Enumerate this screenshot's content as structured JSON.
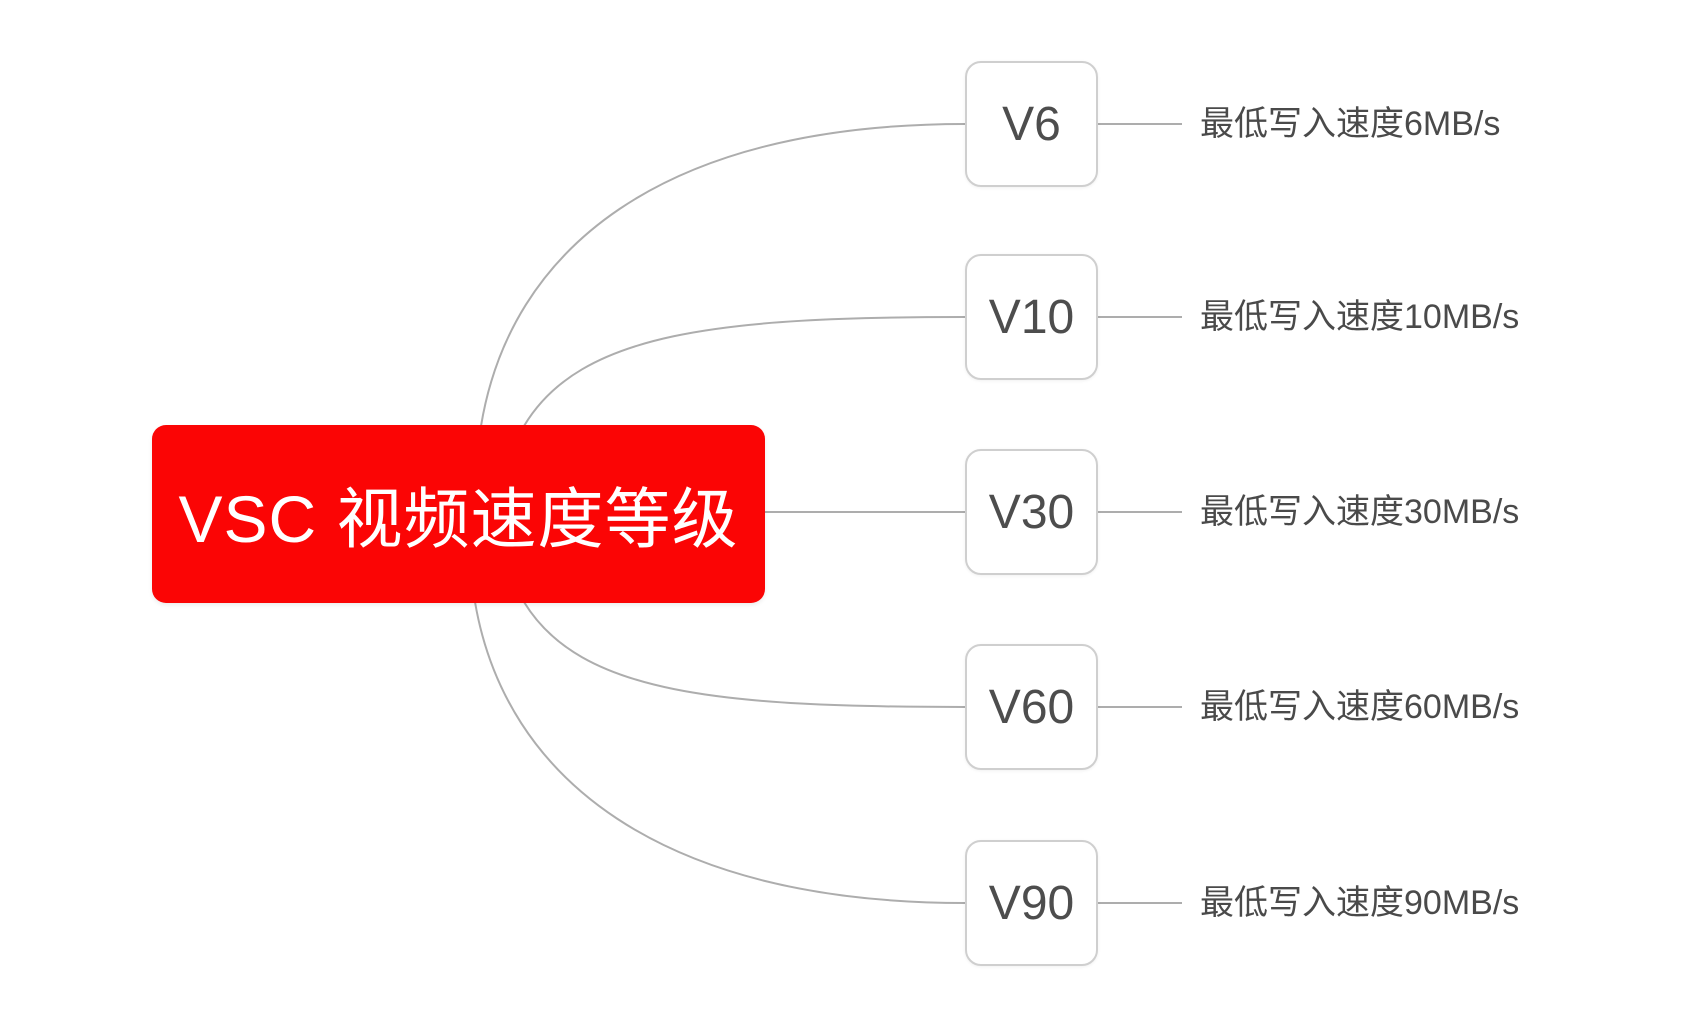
{
  "diagram": {
    "type": "mindmap",
    "root": {
      "label": "VSC 视频速度等级"
    },
    "branches": [
      {
        "label": "V6",
        "description": "最低写入速度6MB/s"
      },
      {
        "label": "V10",
        "description": "最低写入速度10MB/s"
      },
      {
        "label": "V30",
        "description": "最低写入速度30MB/s"
      },
      {
        "label": "V60",
        "description": "最低写入速度60MB/s"
      },
      {
        "label": "V90",
        "description": "最低写入速度90MB/s"
      }
    ],
    "colors": {
      "root_bg": "#FB0505",
      "root_text": "#FFFFFF",
      "node_border": "#CFCFCF",
      "node_text": "#4D4D4D",
      "label_text": "#4A4A4A",
      "connector": "#ADADAD",
      "background": "#FFFFFF"
    }
  }
}
